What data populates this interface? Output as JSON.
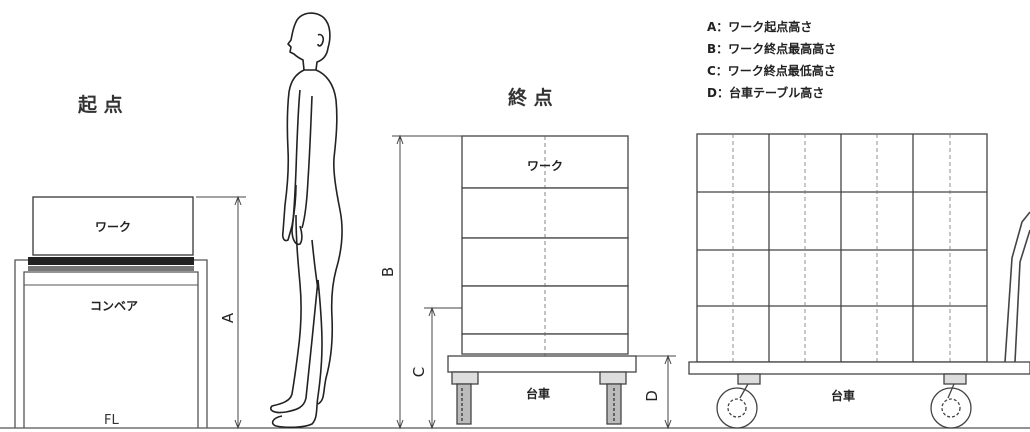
{
  "start": {
    "title": "起 点",
    "work_label": "ワーク",
    "conveyor_label": "コンベア",
    "floor_label": "FL"
  },
  "end": {
    "title": "終 点",
    "work_label": "ワーク",
    "cart_label": "台車",
    "cart_label_side": "台車"
  },
  "dimensions": {
    "a": "A",
    "b": "B",
    "c": "C",
    "d": "D"
  },
  "legend": [
    {
      "text": "A：ワーク起点高さ"
    },
    {
      "text": "B：ワーク終点最高高さ"
    },
    {
      "text": "C：ワーク終点最低高さ"
    },
    {
      "text": "D：台車テーブル高さ"
    }
  ]
}
